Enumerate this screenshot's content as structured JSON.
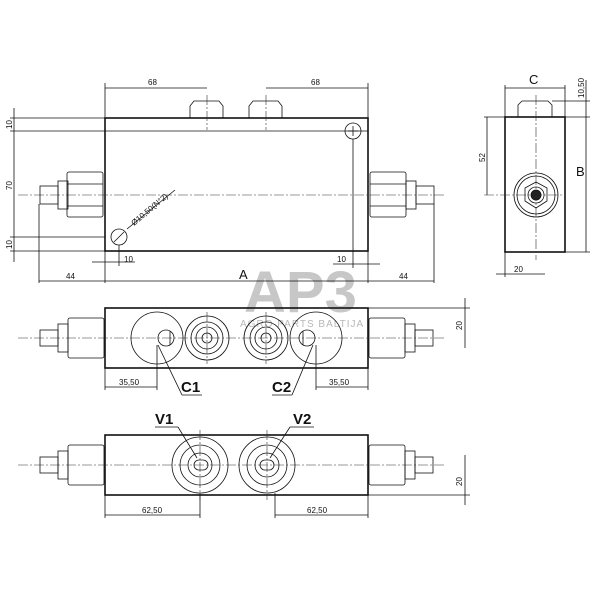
{
  "drawing": {
    "type": "hydraulic double counterbalance valve technical drawing",
    "views": {
      "front": {
        "dimensions": {
          "top_left_68": "68",
          "top_right_68": "68",
          "left_10_top": "10",
          "left_70": "70",
          "left_10_bottom": "10",
          "hole_diameter": "Ø10,50(N°2)",
          "bottom_left_10": "10",
          "bottom_right_10": "10",
          "bottom_left_44": "44",
          "bottom_A": "A",
          "bottom_right_44": "44"
        }
      },
      "side": {
        "dimensions": {
          "top_C": "C",
          "top_10_50": "10,50",
          "left_52": "52",
          "right_B": "B",
          "bottom_20": "20"
        }
      },
      "top": {
        "dimensions": {
          "left_35_50": "35,50",
          "right_35_50": "35,50",
          "right_20": "20"
        },
        "ports": {
          "c1": "C1",
          "c2": "C2"
        }
      },
      "bottom": {
        "dimensions": {
          "left_62_50": "62,50",
          "right_62_50": "62,50",
          "right_20": "20"
        },
        "ports": {
          "v1": "V1",
          "v2": "V2"
        }
      }
    }
  },
  "watermark": {
    "logo": "AP3",
    "subtitle": "AGRO PARTS BALTIJA"
  }
}
